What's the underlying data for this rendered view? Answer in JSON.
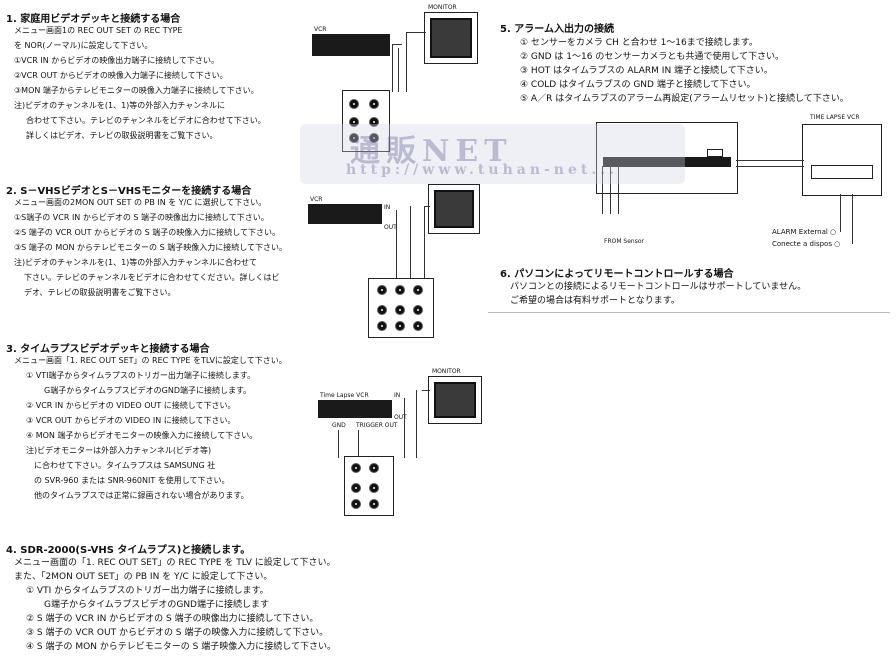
{
  "sections": {
    "s1": {
      "title": "1.  家庭用ビデオデッキと接続する場合",
      "lines": [
        "メニュー画面1の REC  OUT  SET の REC  TYPE",
        "を NOR(ノーマル)に設定して下さい。",
        "①VCR  IN からビデオの映像出力端子に接続して下さい。",
        "②VCR  OUT からビデオの映像入力端子に接続して下さい。",
        "③MON 端子からテレビモニターの映像入力端子に接続して下さい。",
        "注)ビデオのチャンネルを(1、1)等の外部入力チャンネルに",
        "合わせて下さい。テレビのチャンネルをビデオに合わせて下さい。",
        "詳しくはビデオ、テレビの取扱説明書をご覧下さい。"
      ],
      "diagram": {
        "vcr": "VCR",
        "monitor": "MONITOR"
      }
    },
    "s2": {
      "title": "2.  S－VHSビデオとS－VHSモニターを接続する場合",
      "lines": [
        "メニュー画面の2MON  OUT  SET  の PB  IN を Y/C に選択して下さい。",
        "①S端子の VCR  IN からビデオの S 端子の映像出力に接続して下さい。",
        "②S 端子の VCR  OUT からビデオの S 端子の映像入力に接続して下さい。",
        "③S 端子の MON からテレビモニターの S 端子映像入力に接続して下さい。",
        "注)ビデオのチャンネルを(1、1)等の外部入力チャンネルに合わせて",
        "下さい。テレビのチャンネルをビデオに合わせてください。詳しくはビ",
        "デオ、テレビの取扱説明書をご覧下さい。"
      ],
      "diagram": {
        "vcr": "VCR",
        "in": "IN",
        "out": "OUT"
      }
    },
    "s3": {
      "title": "3.  タイムラプスビデオデッキと接続する場合",
      "lines": [
        "メニュー画面「1. REC  OUT  SET」の REC  TYPE をTLVに設定して下さい。",
        "①    VTI端子からタイムラプスのトリガー出力端子に接続します。",
        "G端子からタイムラプスビデオのGND端子に接続します。",
        "②    VCR  IN からビデオの VIDEO  OUT に接続して下さい。",
        "③    VCR  OUT からビデオの VIDEO  IN に接続して下さい。",
        "④    MON 端子からビデオモニターの映像入力に接続して下さい。",
        "注)ビデオモニターは外部入力チャンネル(ビデオ等)",
        "に合わせて下さい。タイムラプスは SAMSUNG 社",
        "の SVR-960 または SNR-960NIT を使用して下さい。",
        "他のタイムラプスでは正常に録画されない場合があります。"
      ],
      "diagram": {
        "tlv": "Time Lapse VCR",
        "monitor": "MONITOR",
        "gnd": "GND",
        "trigger": "TRIGGER OUT",
        "in": "IN",
        "out": "OUT"
      }
    },
    "s4": {
      "title": "4.  SDR-2000(S-VHS タイムラプス)と接続します。",
      "lines": [
        "メニュー画面の「1. REC  OUT  SET」の REC  TYPE を TLV に設定して下さい。",
        "また、「2MON  OUT  SET」の PB  IN を Y/C に設定して下さい。",
        "①   VTI からタイムラプスのトリガー出力端子に接続します。",
        "G端子からタイムラプスビデオのGND端子に接続します",
        "②   S 端子の VCR  IN からビデオの S 端子の映像出力に接続して下さい。",
        "③   S 端子の VCR  OUT からビデオの S 端子の映像入力に接続して下さい。",
        "④   S 端子の MON からテレビモニターの S 端子映像入力に接続して下さい。"
      ]
    },
    "s5": {
      "title": "5.  アラーム入出力の接続",
      "lines": [
        "①  センサーをカメラ CH と合わせ 1～16まで接続します。",
        "②  GND は 1～16 のセンサーカメラとも共通で使用して下さい。",
        "③  HOT はタイムラプスの ALARM  IN 端子と接続して下さい。",
        "④  COLD はタイムラプスの GND 端子と接続して下さい。",
        "⑤  A／R はタイムラプスのアラーム再設定(アラームリセット)と接続して下さい。"
      ],
      "diagram": {
        "tlv": "TIME LAPSE VCR",
        "alarm_ext": "ALARM External ○",
        "dispo": "Conecte a dispos ○",
        "sensor": "FROM Sensor"
      }
    },
    "s6": {
      "title": "6.  パソコンによってリモートコントロールする場合",
      "lines": [
        "パソコンとの接続によるリモートコントロールはサポートしていません。",
        "ご希望の場合は有料サポートとなります。"
      ]
    }
  },
  "watermark": {
    "main": "通販NET",
    "sub": "http://www.tuhan-net..."
  }
}
